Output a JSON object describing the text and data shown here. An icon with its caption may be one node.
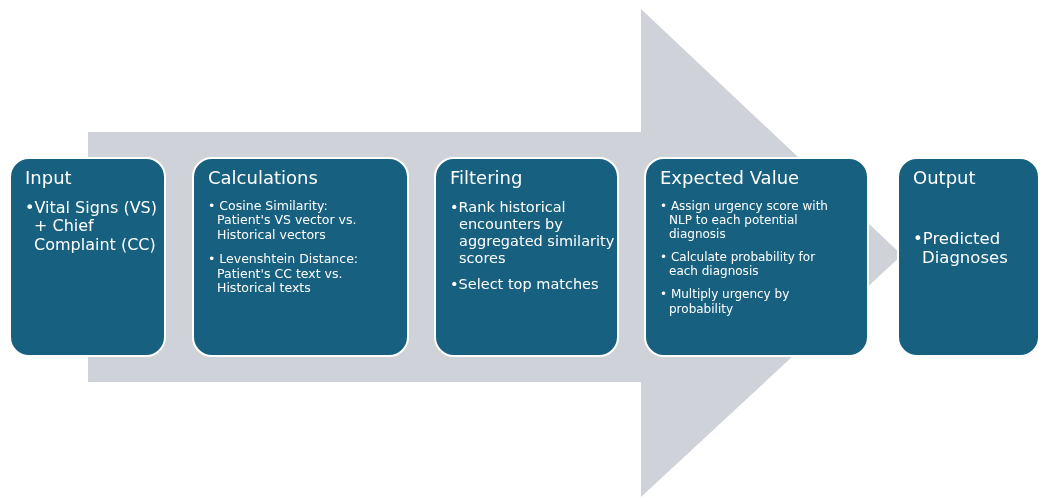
{
  "diagram": {
    "nodes": [
      {
        "text": [
          "Input",
          "•Vital Signs (VS) + Chief Complaint (CC)"
        ]
      },
      {
        "text": [
          "Calculations",
          "• Cosine Similarity: Patient's VS vector vs. Historical vectors",
          "• Levenshtein Distance: Patient's CC text vs. Historical texts"
        ]
      },
      {
        "text": [
          "Filtering",
          "•Rank historical encounters by aggregated similarity scores",
          "•Select top matches"
        ]
      },
      {
        "text": [
          "Expected Value",
          "• Assign urgency score with NLP to each potential diagnosis",
          "• Calculate probability for each diagnosis",
          "• Multiply urgency by probability"
        ]
      },
      {
        "text": [
          "Output",
          "•Predicted Diagnoses"
        ]
      }
    ],
    "edges": [
      {
        "from": 0,
        "to": 4,
        "arrow": "to",
        "style": "thick"
      }
    ]
  }
}
